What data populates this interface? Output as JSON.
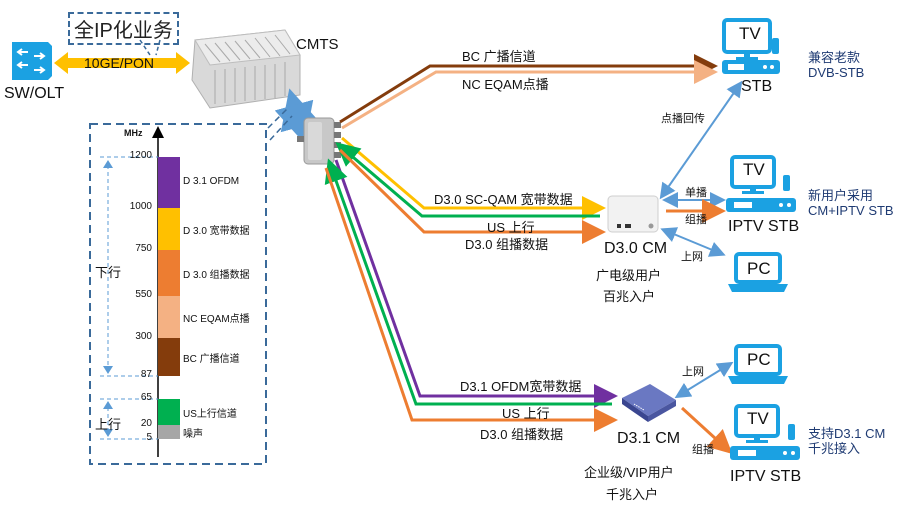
{
  "title_tag": "全IP化业务",
  "link_label": "10GE/PON",
  "devices": {
    "switch": "SW/OLT",
    "cmts": "CMTS",
    "stb_legacy": {
      "screen": "TV",
      "label": "STB",
      "note_line1": "兼容老款",
      "note_line2": "DVB-STB"
    },
    "iptv_stb_1": {
      "screen": "TV",
      "label": "IPTV STB",
      "note_line1": "新用户采用",
      "note_line2": "CM+IPTV STB"
    },
    "pc_1": {
      "screen": "PC"
    },
    "d30_cm": {
      "label": "D3.0 CM",
      "sub1": "广电级用户",
      "sub2": "百兆入户"
    },
    "pc_2": {
      "screen": "PC"
    },
    "d31_cm": {
      "label": "D3.1 CM",
      "sub1": "企业级/VIP用户",
      "sub2": "千兆入户"
    },
    "iptv_stb_2": {
      "screen": "TV",
      "label": "IPTV STB",
      "note_line1": "支持D3.1 CM",
      "note_line2": "千兆接入"
    }
  },
  "flows": {
    "bc": "BC 广播信道",
    "nc": "NC EQAM点播",
    "vod_return": "点播回传",
    "d30_scqam": "D3.0 SC-QAM 宽带数据",
    "us_1": "US 上行",
    "d30_mcast_1": "D3.0 组播数据",
    "unicast": "单播",
    "multicast_1": "组播",
    "internet_1": "上网",
    "d31_ofdm": "D3.1 OFDM宽带数据",
    "us_2": "US 上行",
    "d30_mcast_2": "D3.0 组播数据",
    "internet_2": "上网",
    "multicast_2": "组播"
  },
  "spectrum": {
    "unit": "MHz",
    "downstream_label": "下行",
    "upstream_label": "上行",
    "ticks": [
      "1200",
      "1000",
      "750",
      "550",
      "300",
      "87",
      "65",
      "20",
      "5"
    ],
    "bands": [
      {
        "name": "D 3.1 OFDM",
        "from": 1000,
        "to": 1200,
        "color": "#7030a0"
      },
      {
        "name": "D 3.0 宽带数据",
        "from": 750,
        "to": 1000,
        "color": "#ffc000"
      },
      {
        "name": "D 3.0 组播数据",
        "from": 550,
        "to": 750,
        "color": "#ed7d31"
      },
      {
        "name": "NC EQAM点播",
        "from": 300,
        "to": 550,
        "color": "#f4b183"
      },
      {
        "name": "BC 广播信道",
        "from": 87,
        "to": 300,
        "color": "#843c0c"
      },
      {
        "name": "US上行信道",
        "from": 20,
        "to": 65,
        "color": "#00b050"
      },
      {
        "name": "噪声",
        "from": 5,
        "to": 20,
        "color": "#a6a6a6"
      }
    ]
  },
  "colors": {
    "bc": "#843c0c",
    "nc": "#f4b183",
    "scqam": "#ffc000",
    "us": "#00b050",
    "mcast": "#ed7d31",
    "ofdm": "#7030a0",
    "ip": "#5b9bd5",
    "device_blue": "#1ba1e2",
    "link": "#ffc000"
  }
}
